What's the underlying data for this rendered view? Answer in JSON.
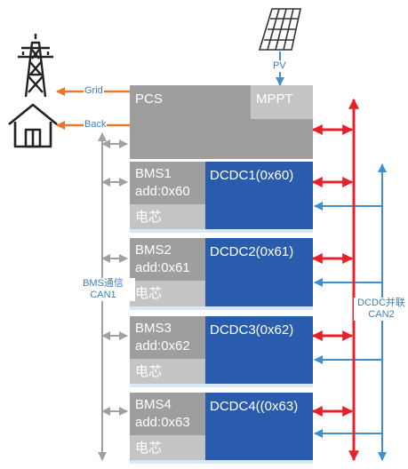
{
  "labels": {
    "pv": "PV",
    "grid": "Grid",
    "back": "Back",
    "bms_bus_line1": "BMS通信",
    "bms_bus_line2": "CAN1",
    "dcdc_bus_line1": "DCDC并联",
    "dcdc_bus_line2": "CAN2"
  },
  "pcs": {
    "label": "PCS",
    "mppt_label": "MPPT"
  },
  "modules": [
    {
      "bms_name": "BMS1",
      "bms_addr": "add:0x60",
      "cell_label": "电芯",
      "dcdc_label": "DCDC1(0x60)"
    },
    {
      "bms_name": "BMS2",
      "bms_addr": "add:0x61",
      "cell_label": "电芯",
      "dcdc_label": "DCDC2(0x61)"
    },
    {
      "bms_name": "BMS3",
      "bms_addr": "add:0x62",
      "cell_label": "电芯",
      "dcdc_label": "DCDC3(0x62)"
    },
    {
      "bms_name": "BMS4",
      "bms_addr": "add:0x63",
      "cell_label": "电芯",
      "dcdc_label": "DCDC4((0x63)"
    }
  ],
  "icons": [
    "solar-panel-icon",
    "power-tower-icon",
    "house-icon"
  ],
  "colors": {
    "power_bus": "#e8202a",
    "grid_arrow": "#e8792a",
    "can_bus": "#3f8fd0",
    "bms_bus": "#a0a0a0",
    "dcdc_block": "#2a5cae",
    "pcs_block": "#9e9e9e",
    "cell_block": "#c4c4c4"
  }
}
